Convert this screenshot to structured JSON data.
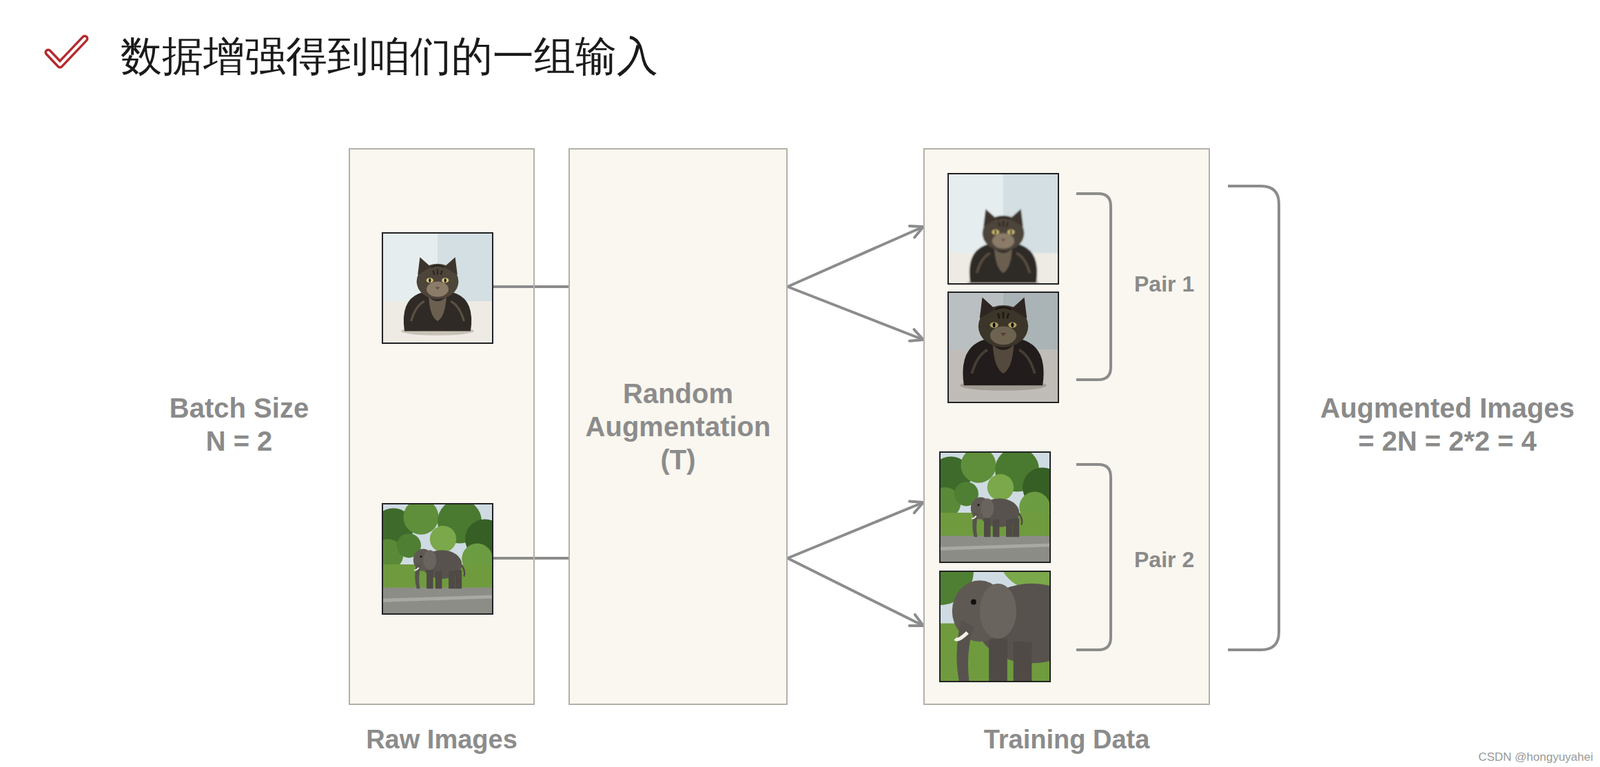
{
  "diagram": {
    "title": "数据增强得到咱们的一组输入",
    "nodes": [
      {
        "text": [
          "Raw Images"
        ]
      },
      {
        "text": [
          "Random Augmentation (T)"
        ]
      },
      {
        "text": [
          "Training Data"
        ]
      }
    ],
    "edges": [
      {
        "from": 0,
        "to": 1,
        "arrow": "none"
      },
      {
        "from": 0,
        "to": 1,
        "arrow": "none"
      },
      {
        "from": 1,
        "to": 2,
        "arrow": "to"
      },
      {
        "from": 1,
        "to": 2,
        "arrow": "to"
      },
      {
        "from": 1,
        "to": 2,
        "arrow": "to"
      },
      {
        "from": 1,
        "to": 2,
        "arrow": "to"
      }
    ],
    "labels": [
      "Batch Size N = 2",
      "Pair 1",
      "Pair 2",
      "Augmented Images = 2N = 2*2 = 4",
      "CSDN @hongyuyahei"
    ]
  }
}
